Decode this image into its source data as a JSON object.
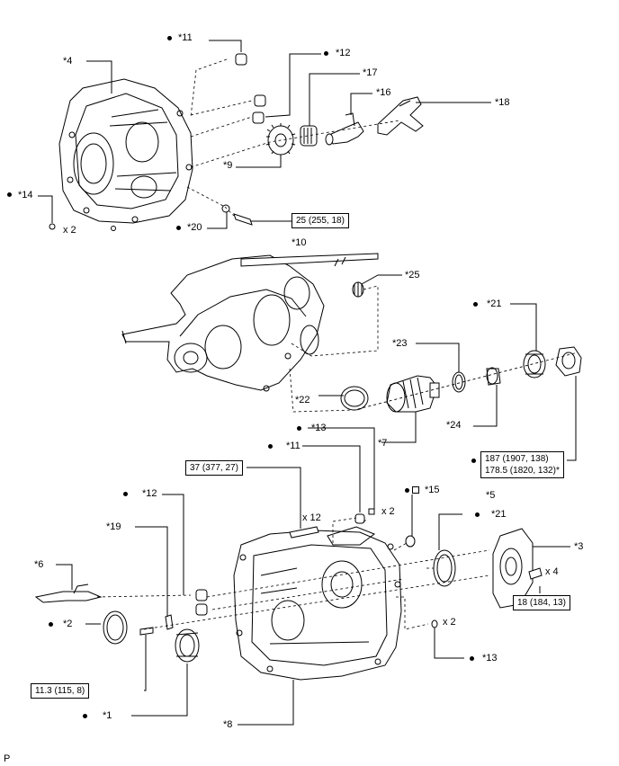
{
  "parts": [
    {
      "id": "p1",
      "label": "*1",
      "critical": true
    },
    {
      "id": "p2",
      "label": "*2",
      "critical": true
    },
    {
      "id": "p3",
      "label": "*3",
      "critical": false
    },
    {
      "id": "p4",
      "label": "*4",
      "critical": false
    },
    {
      "id": "p5",
      "label": "*5",
      "critical": false
    },
    {
      "id": "p6",
      "label": "*6",
      "critical": false
    },
    {
      "id": "p7",
      "label": "*7",
      "critical": false
    },
    {
      "id": "p8",
      "label": "*8",
      "critical": false
    },
    {
      "id": "p9",
      "label": "*9",
      "critical": false
    },
    {
      "id": "p10",
      "label": "*10",
      "critical": false
    },
    {
      "id": "p11a",
      "label": "*11",
      "critical": true
    },
    {
      "id": "p11b",
      "label": "*11",
      "critical": true
    },
    {
      "id": "p12a",
      "label": "*12",
      "critical": true
    },
    {
      "id": "p12b",
      "label": "*12",
      "critical": true
    },
    {
      "id": "p13a",
      "label": "*13",
      "critical": true
    },
    {
      "id": "p13b",
      "label": "*13",
      "critical": true
    },
    {
      "id": "p14",
      "label": "*14",
      "critical": true
    },
    {
      "id": "p15",
      "label": "*15",
      "critical": true
    },
    {
      "id": "p16",
      "label": "*16",
      "critical": false
    },
    {
      "id": "p17",
      "label": "*17",
      "critical": false
    },
    {
      "id": "p18",
      "label": "*18",
      "critical": false
    },
    {
      "id": "p19",
      "label": "*19",
      "critical": false
    },
    {
      "id": "p20",
      "label": "*20",
      "critical": true
    },
    {
      "id": "p21a",
      "label": "*21",
      "critical": true
    },
    {
      "id": "p21b",
      "label": "*21",
      "critical": true
    },
    {
      "id": "p22",
      "label": "*22",
      "critical": false
    },
    {
      "id": "p23",
      "label": "*23",
      "critical": false
    },
    {
      "id": "p24",
      "label": "*24",
      "critical": false
    },
    {
      "id": "p25",
      "label": "*25",
      "critical": false
    }
  ],
  "quantities": {
    "q_14": "x 2",
    "q_12bolt": "x 12",
    "q_13a": "x 2",
    "q_3": "x 4",
    "q_13b": "x 2"
  },
  "torques": {
    "t20": "25 (255, 18)",
    "t37": "37 (377, 27)",
    "t18": "18 (184, 13)",
    "t11": "11.3 (115, 8)",
    "t187a": "187 (1907, 138)",
    "t187b": "178.5 (1820, 132)*"
  },
  "footer_code": "P",
  "colors": {
    "ink": "#000000",
    "background": "#ffffff"
  }
}
